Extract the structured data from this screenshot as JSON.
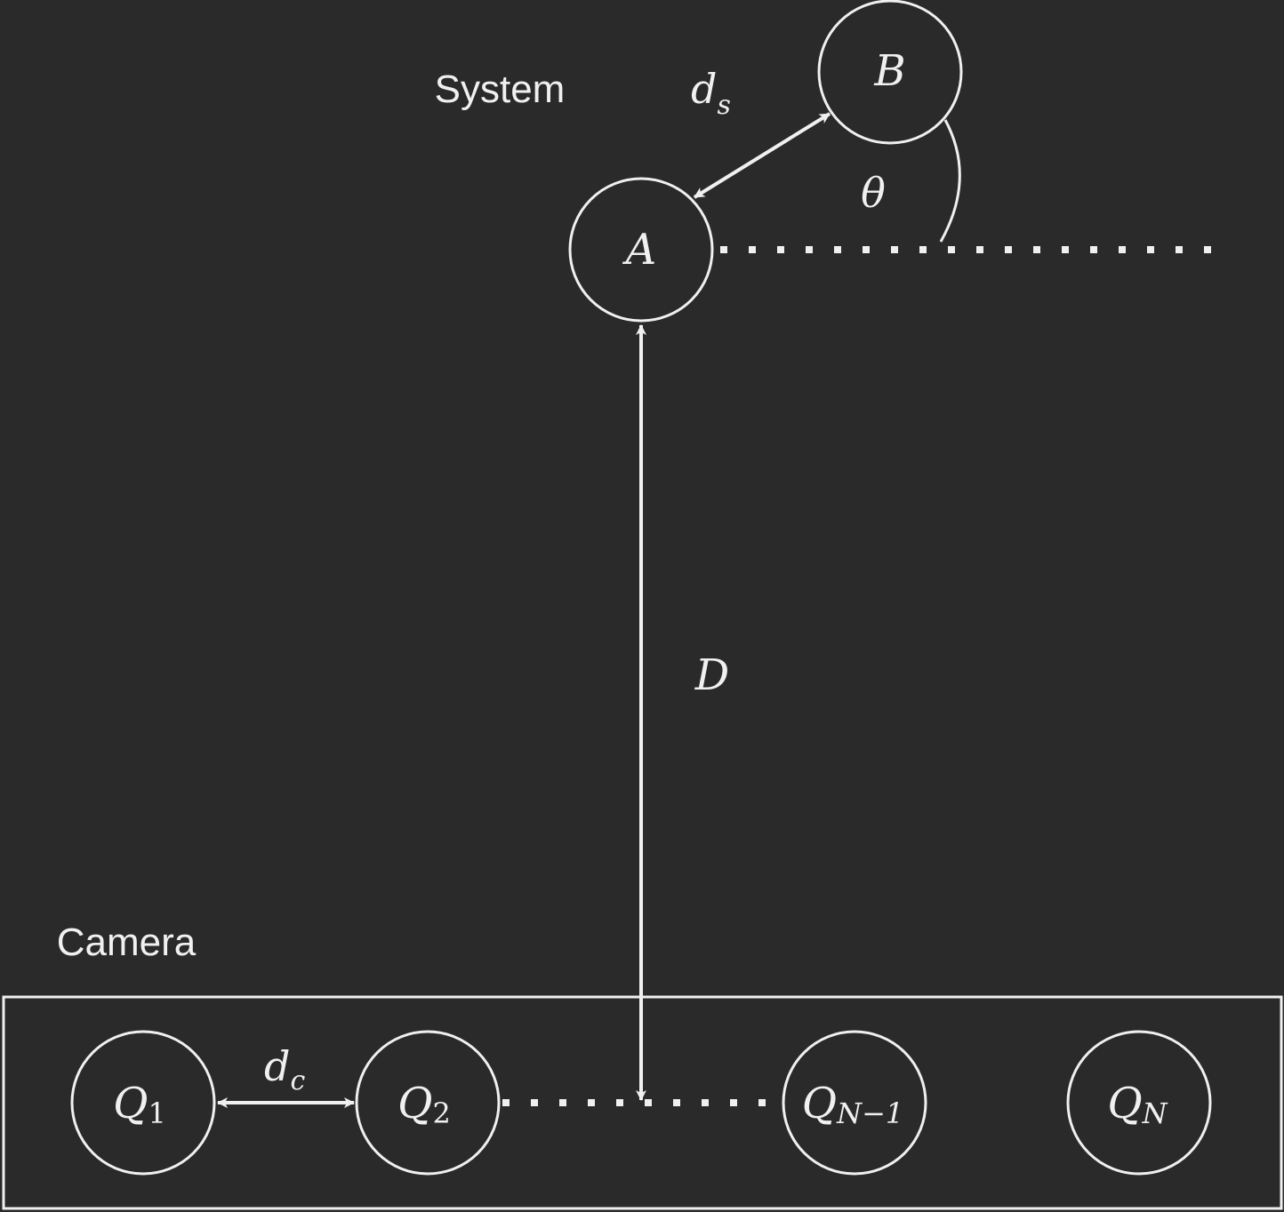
{
  "colors": {
    "background": "#2a2a2a",
    "foreground": "#f0f0f0"
  },
  "labels": {
    "system": "System",
    "camera": "Camera"
  },
  "nodes": {
    "A": "A",
    "B": "B",
    "Q1": {
      "base": "Q",
      "sub": "1"
    },
    "Q2": {
      "base": "Q",
      "sub": "2"
    },
    "QN1": {
      "base": "Q",
      "sub": "N−1"
    },
    "QN": {
      "base": "Q",
      "sub": "N"
    }
  },
  "distances": {
    "ds": {
      "base": "d",
      "sub": "s"
    },
    "dc": {
      "base": "d",
      "sub": "c"
    },
    "D": "D",
    "theta": "θ"
  }
}
